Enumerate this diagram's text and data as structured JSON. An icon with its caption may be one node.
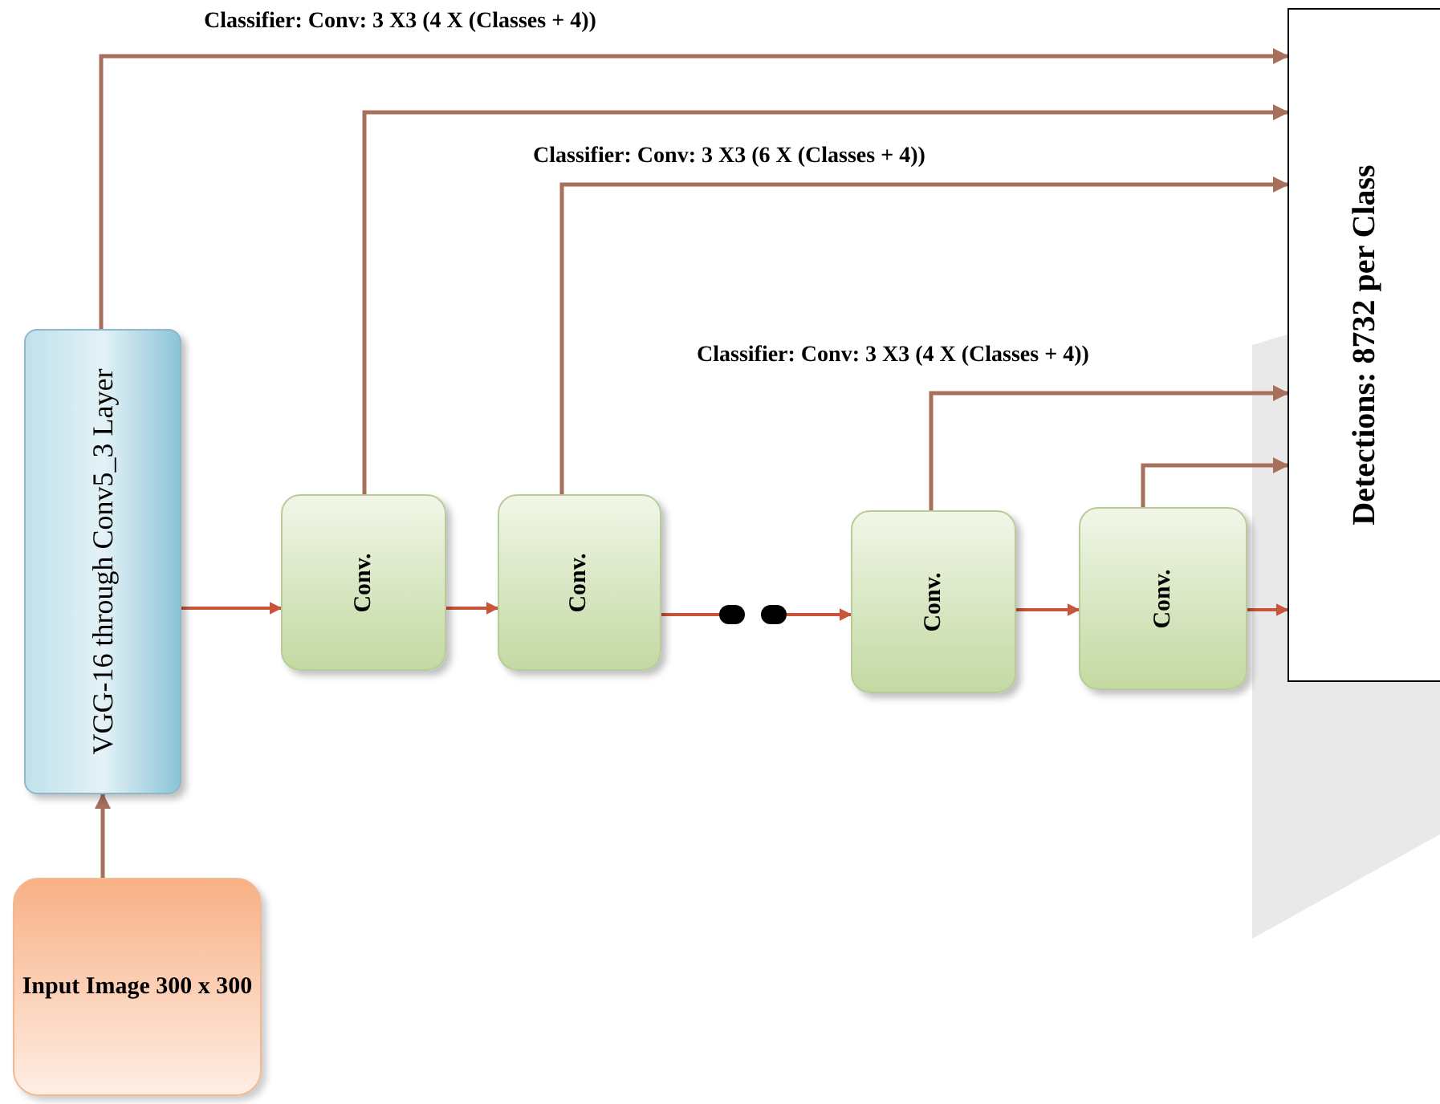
{
  "diagram": {
    "nodes": [
      {
        "text": [
          "VGG-16 through Conv5_3 Layer"
        ]
      },
      {
        "text": [
          "Conv."
        ]
      },
      {
        "text": [
          "Conv."
        ]
      },
      {
        "text": [],
        "shape": "dots"
      },
      {
        "text": [
          "Conv."
        ]
      },
      {
        "text": [
          "Conv."
        ]
      },
      {
        "text": [
          "Detections: 8732 per Class"
        ]
      },
      {
        "text": [
          "Input Image 300 x 300"
        ]
      }
    ],
    "edges": [
      {
        "from": 7,
        "to": 0,
        "arrow": "to"
      },
      {
        "from": 0,
        "to": 1,
        "arrow": "to",
        "color": "#c8553a"
      },
      {
        "from": 1,
        "to": 2,
        "arrow": "to",
        "color": "#c8553a"
      },
      {
        "from": 2,
        "to": 3,
        "arrow": "none",
        "color": "#c8553a"
      },
      {
        "from": 3,
        "to": 4,
        "arrow": "to",
        "color": "#c8553a"
      },
      {
        "from": 4,
        "to": 5,
        "arrow": "to",
        "color": "#c8553a"
      },
      {
        "from": 5,
        "to": 6,
        "arrow": "to",
        "color": "#c8553a"
      },
      {
        "from": 0,
        "to": 6,
        "arrow": "to",
        "label": "Classifier: Conv: 3 X3 (4 X (Classes + 4))"
      },
      {
        "from": 1,
        "to": 6,
        "arrow": "to"
      },
      {
        "from": 2,
        "to": 6,
        "arrow": "to",
        "label": "Classifier: Conv: 3 X3 (6 X (Classes + 4))"
      },
      {
        "from": 4,
        "to": 6,
        "arrow": "to",
        "label": "Classifier: Conv: 3 X3 (4 X (Classes + 4))"
      },
      {
        "from": 5,
        "to": 6,
        "arrow": "to"
      }
    ]
  }
}
